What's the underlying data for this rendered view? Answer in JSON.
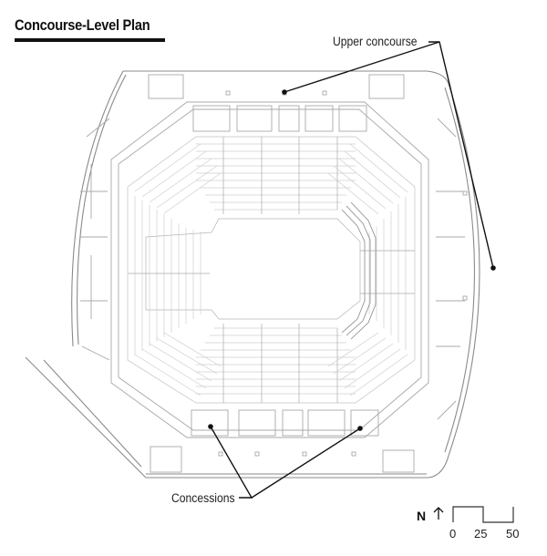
{
  "title": "Concourse-Level Plan",
  "callouts": {
    "upper_concourse": "Upper concourse",
    "concessions": "Concessions"
  },
  "north_arrow": {
    "label": "N",
    "icon": "north-arrow-icon"
  },
  "scale_bar": {
    "ticks": [
      "0",
      "25",
      "50"
    ]
  },
  "colors": {
    "ink": "#111111",
    "plan_lines": "#9a9a9a",
    "seating_lines": "#c4c4c4",
    "background": "#ffffff"
  }
}
